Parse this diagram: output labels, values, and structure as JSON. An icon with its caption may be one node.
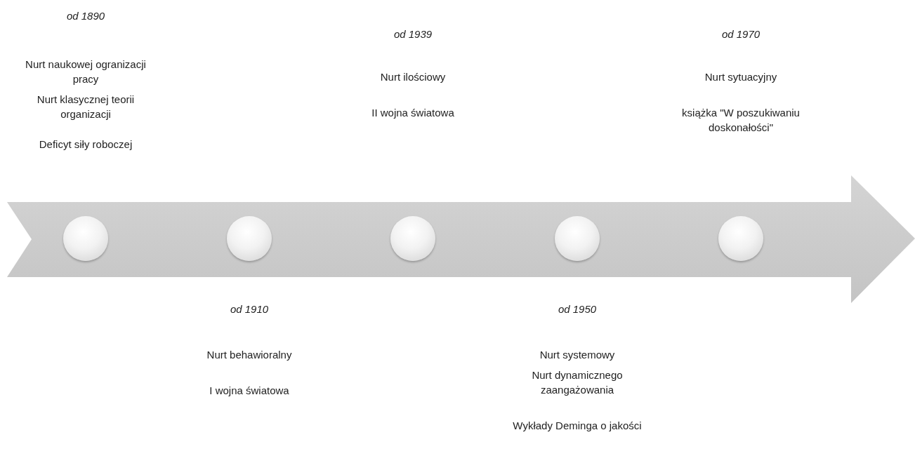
{
  "diagram": {
    "nodes": [
      {
        "text": [],
        "shape": "arrow"
      },
      {
        "text": [],
        "shape": "circle",
        "in": 0,
        "beside": [
          "od 1890",
          "Nurt naukowej ogranizacji pracy",
          "Nurt klasycznej teorii organizacji",
          "Deficyt siły roboczej"
        ]
      },
      {
        "text": [],
        "shape": "circle",
        "in": 0,
        "beside": [
          "od 1910",
          "Nurt behawioralny",
          "I wojna światowa"
        ]
      },
      {
        "text": [],
        "shape": "circle",
        "in": 0,
        "beside": [
          "od 1939",
          "Nurt ilościowy",
          "II wojna światowa"
        ]
      },
      {
        "text": [],
        "shape": "circle",
        "in": 0,
        "beside": [
          "od 1950",
          "Nurt systemowy",
          "Nurt dynamicznego zaangażowania",
          "Wykłady Deminga o jakości"
        ]
      },
      {
        "text": [],
        "shape": "circle",
        "in": 0,
        "beside": [
          "od 1970",
          "Nurt sytuacyjny",
          "książka \"W poszukiwaniu doskonałości\""
        ]
      }
    ]
  }
}
